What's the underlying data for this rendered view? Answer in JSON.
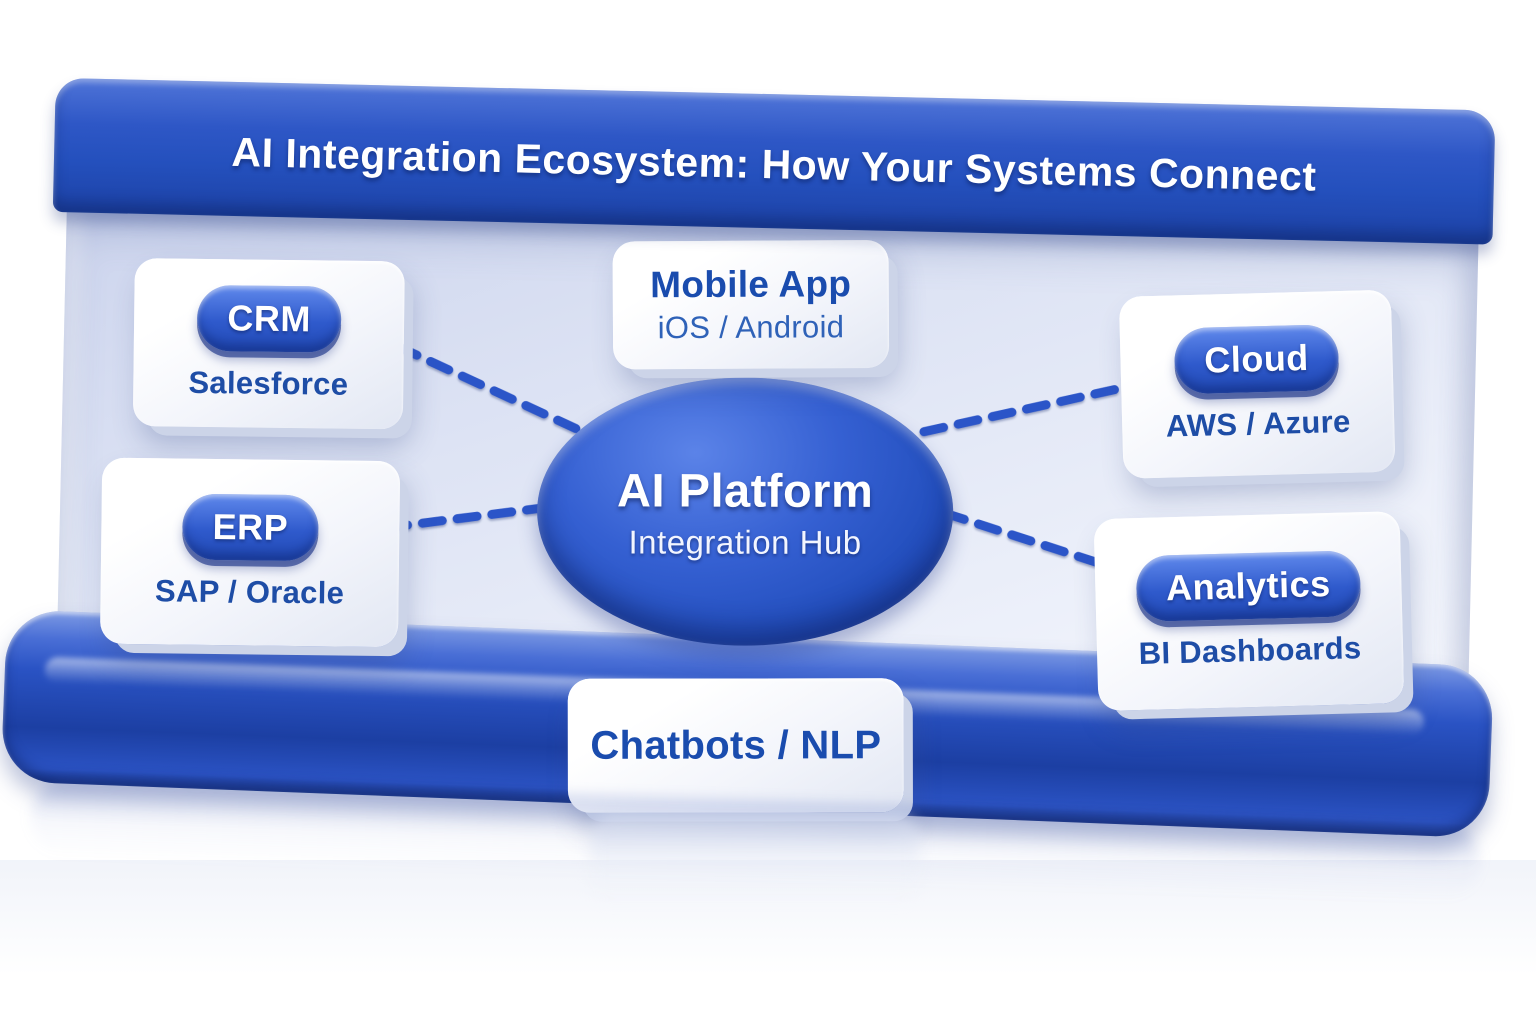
{
  "title": "AI Integration Ecosystem: How Your Systems Connect",
  "hub": {
    "title": "AI Platform",
    "subtitle": "Integration Hub"
  },
  "nodes": {
    "crm": {
      "badge": "CRM",
      "label": "Salesforce"
    },
    "erp": {
      "badge": "ERP",
      "label": "SAP / Oracle"
    },
    "mobile": {
      "title": "Mobile App",
      "label": "iOS / Android"
    },
    "cloud": {
      "badge": "Cloud",
      "label": "AWS / Azure"
    },
    "analytics": {
      "badge": "Analytics",
      "label": "BI Dashboards"
    },
    "chatbots": {
      "label": "Chatbots / NLP"
    }
  },
  "connections": [
    {
      "from": "crm",
      "to": "hub"
    },
    {
      "from": "erp",
      "to": "hub"
    },
    {
      "from": "hub",
      "to": "cloud"
    },
    {
      "from": "hub",
      "to": "analytics"
    },
    {
      "from": "hub",
      "to": "chatbots"
    }
  ],
  "colors": {
    "primary_blue": "#2450bd",
    "deep_blue": "#1c3fa3",
    "highlight_blue": "#4f74d8",
    "connector_blue": "#2b55c8",
    "panel_lavender": "#dde3f4",
    "card_text_blue": "#1e4da6",
    "text_white": "#ffffff"
  }
}
